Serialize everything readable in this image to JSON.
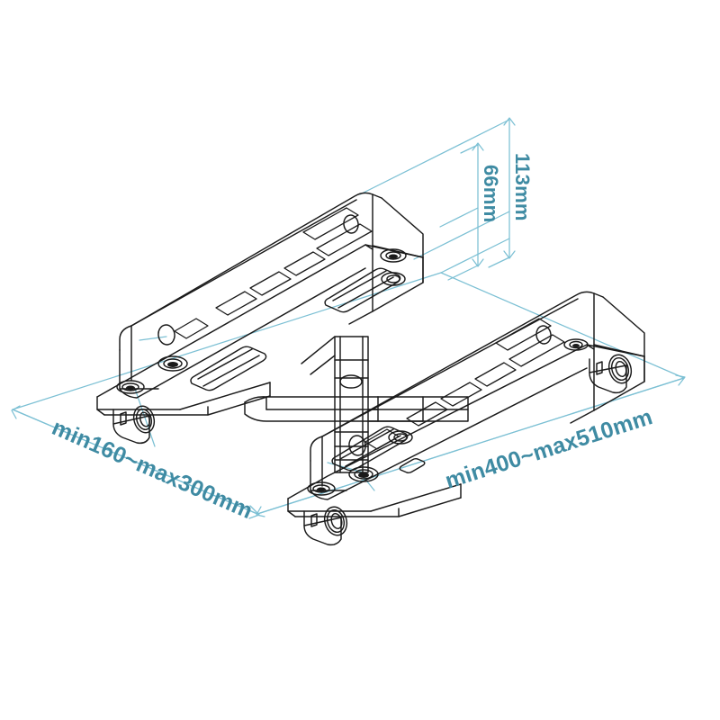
{
  "drawing": {
    "type": "isometric-technical-line-drawing",
    "subject": "adjustable-cpu-tower-floor-stand-with-casters",
    "background_color": "#ffffff",
    "outline_color": "#1a1a1a",
    "dimension_line_color": "#7cc0d4",
    "dimension_text_color": "#3f8ba3"
  },
  "dimensions": {
    "height_overall": {
      "label": "113mm",
      "value": 113,
      "unit": "mm",
      "orientation": "vertical",
      "position": "upper-right-outer"
    },
    "height_inner": {
      "label": "66mm",
      "value": 66,
      "unit": "mm",
      "orientation": "vertical",
      "position": "upper-right-inner"
    },
    "width_range": {
      "label": "min160~max300mm",
      "min": 160,
      "max": 300,
      "unit": "mm",
      "orientation": "perspective-left",
      "position": "lower-left"
    },
    "depth_range": {
      "label": "min400~max510mm",
      "min": 400,
      "max": 510,
      "unit": "mm",
      "orientation": "perspective-right",
      "position": "lower-right"
    }
  },
  "components": {
    "rail_rear": "rear-adjustable-support-rail",
    "rail_front": "front-adjustable-support-rail",
    "crossbar": "telescoping-cross-member",
    "post": "vertical-connector-post",
    "casters": [
      "caster-rear-left",
      "caster-rear-right",
      "caster-front-left",
      "caster-front-right"
    ],
    "slots": "diamond-ventilation-slots",
    "holes": "countersunk-mounting-holes",
    "adjust_slots": "elongated-adjustment-slots"
  }
}
